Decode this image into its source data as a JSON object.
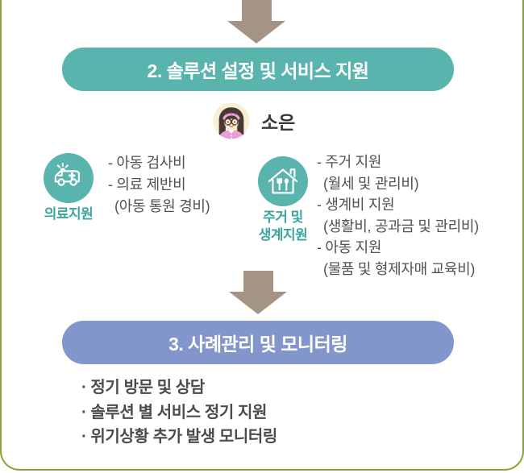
{
  "step2": {
    "title": "2. 솔루션 설정 및 서비스 지원",
    "color": "#58B4AC"
  },
  "person": {
    "name": "소은"
  },
  "medical": {
    "label": "의료지원",
    "icon": "ambulance-icon",
    "lines": [
      "- 아동 검사비",
      "- 의료 제반비",
      "(아동 통원 경비)"
    ]
  },
  "housing": {
    "label": "주거 및\n생계지원",
    "icon": "house-meal-icon",
    "lines": [
      "- 주거 지원",
      "(월세 및 관리비)",
      "- 생계비 지원",
      "(생활비, 공과금 및 관리비)",
      "- 아동 지원",
      "(물품 및 형제자매 교육비)"
    ]
  },
  "step3": {
    "title": "3. 사례관리 및 모니터링",
    "color": "#8396CB",
    "bullets": [
      "· 정기 방문 및 상담",
      "· 솔루션 별 서비스 정기 지원",
      "· 위기상황 추가 발생 모니터링"
    ]
  },
  "colors": {
    "teal": "#58B4AC",
    "periwinkle": "#8396CB",
    "arrow_taupe": "#A39486",
    "border_olive": "#87A43C",
    "label_teal": "#3BA69D",
    "body_text": "#55504E"
  }
}
